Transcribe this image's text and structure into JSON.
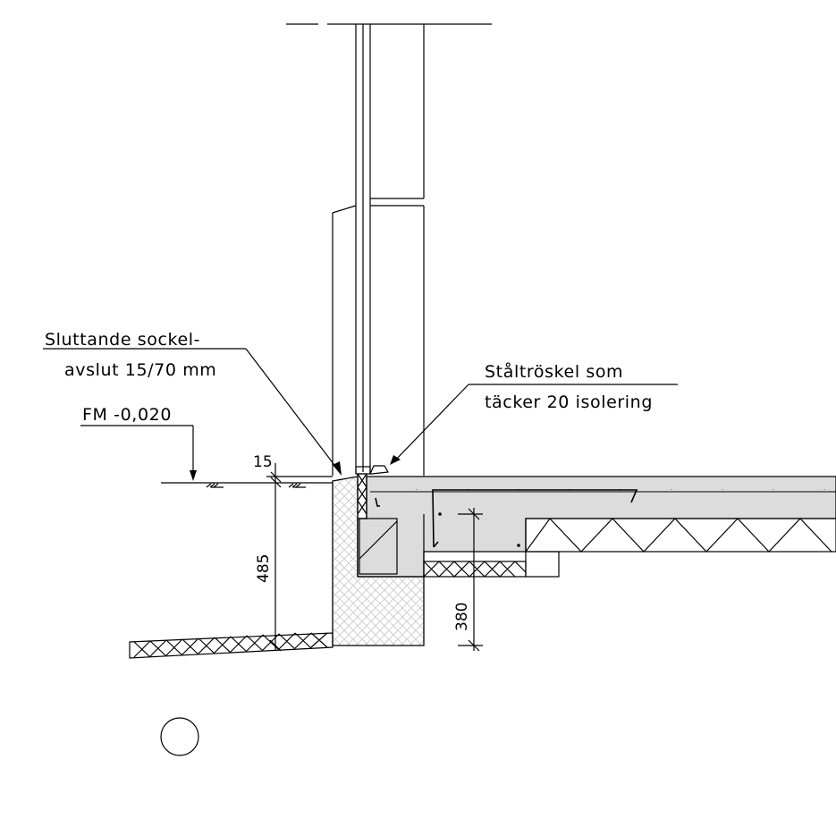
{
  "labels": {
    "sockel_line1": "Sluttande sockel-",
    "sockel_line2": "avslut 15/70 mm",
    "threshold_line1": "Ståltröskel som",
    "threshold_line2": "täcker 20 isolering",
    "fm_level": "FM -0,020"
  },
  "dimensions": {
    "d15": "15",
    "d485": "485",
    "d380": "380"
  },
  "colors": {
    "slab_fill": "#dcdcdc",
    "line": "#000000"
  }
}
